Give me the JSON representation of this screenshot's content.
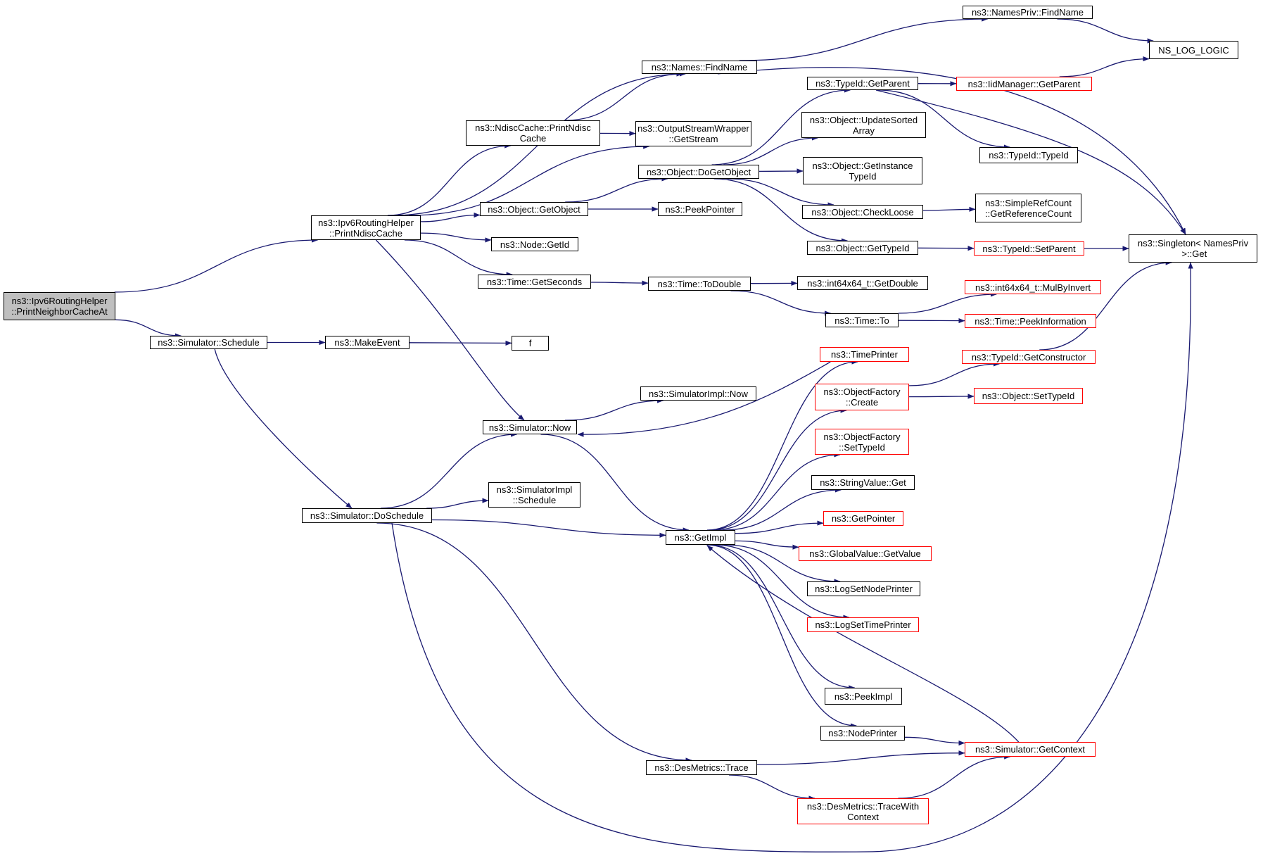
{
  "colors": {
    "edge": "#191970",
    "node_border": "#000000",
    "truncated_border": "#ff0000",
    "root_fill": "#bfbfbf",
    "background": "#ffffff"
  },
  "nodes": [
    {
      "id": "n0",
      "label": "ns3::Ipv6RoutingHelper\n::PrintNeighborCacheAt",
      "style": "root"
    },
    {
      "id": "n1",
      "label": "ns3::Ipv6RoutingHelper\n::PrintNdiscCache",
      "style": "normal"
    },
    {
      "id": "n2",
      "label": "ns3::Simulator::Schedule",
      "style": "normal"
    },
    {
      "id": "n3",
      "label": "ns3::Names::FindName",
      "style": "normal"
    },
    {
      "id": "n4",
      "label": "ns3::NdiscCache::PrintNdisc\nCache",
      "style": "normal"
    },
    {
      "id": "n5",
      "label": "ns3::OutputStreamWrapper\n::GetStream",
      "style": "normal"
    },
    {
      "id": "n6",
      "label": "ns3::Object::GetObject",
      "style": "normal"
    },
    {
      "id": "n7",
      "label": "ns3::Node::GetId",
      "style": "normal"
    },
    {
      "id": "n8",
      "label": "ns3::Time::GetSeconds",
      "style": "normal"
    },
    {
      "id": "n9",
      "label": "ns3::Simulator::Now",
      "style": "normal"
    },
    {
      "id": "n10",
      "label": "ns3::NamesPriv::FindName",
      "style": "normal"
    },
    {
      "id": "n11",
      "label": "NS_LOG_LOGIC",
      "style": "normal"
    },
    {
      "id": "n12",
      "label": "ns3::Singleton< NamesPriv\n >::Get",
      "style": "normal"
    },
    {
      "id": "n13",
      "label": "ns3::Object::DoGetObject",
      "style": "normal"
    },
    {
      "id": "n14",
      "label": "ns3::PeekPointer",
      "style": "normal"
    },
    {
      "id": "n15",
      "label": "ns3::TypeId::GetParent",
      "style": "normal"
    },
    {
      "id": "n16",
      "label": "ns3::Object::UpdateSorted\nArray",
      "style": "normal"
    },
    {
      "id": "n17",
      "label": "ns3::Object::GetInstance\nTypeId",
      "style": "normal"
    },
    {
      "id": "n18",
      "label": "ns3::Object::CheckLoose",
      "style": "normal"
    },
    {
      "id": "n19",
      "label": "ns3::Object::GetTypeId",
      "style": "normal"
    },
    {
      "id": "n20",
      "label": "ns3::IidManager::GetParent",
      "style": "truncated"
    },
    {
      "id": "n21",
      "label": "ns3::TypeId::TypeId",
      "style": "normal"
    },
    {
      "id": "n22",
      "label": "ns3::SimpleRefCount\n::GetReferenceCount",
      "style": "normal"
    },
    {
      "id": "n23",
      "label": "ns3::TypeId::SetParent",
      "style": "truncated"
    },
    {
      "id": "n24",
      "label": "ns3::Time::ToDouble",
      "style": "normal"
    },
    {
      "id": "n25",
      "label": "ns3::int64x64_t::GetDouble",
      "style": "normal"
    },
    {
      "id": "n26",
      "label": "ns3::Time::To",
      "style": "normal"
    },
    {
      "id": "n27",
      "label": "ns3::int64x64_t::MulByInvert",
      "style": "truncated"
    },
    {
      "id": "n28",
      "label": "ns3::Time::PeekInformation",
      "style": "truncated"
    },
    {
      "id": "n29",
      "label": "ns3::MakeEvent",
      "style": "normal"
    },
    {
      "id": "n30",
      "label": "f",
      "style": "normal"
    },
    {
      "id": "n31",
      "label": "ns3::Simulator::DoSchedule",
      "style": "normal"
    },
    {
      "id": "n32",
      "label": "ns3::SimulatorImpl::Now",
      "style": "normal"
    },
    {
      "id": "n33",
      "label": "ns3::SimulatorImpl\n::Schedule",
      "style": "normal"
    },
    {
      "id": "n34",
      "label": "ns3::GetImpl",
      "style": "normal"
    },
    {
      "id": "n35",
      "label": "ns3::DesMetrics::Trace",
      "style": "normal"
    },
    {
      "id": "n36",
      "label": "ns3::TimePrinter",
      "style": "truncated"
    },
    {
      "id": "n37",
      "label": "ns3::ObjectFactory\n::Create",
      "style": "truncated"
    },
    {
      "id": "n38",
      "label": "ns3::ObjectFactory\n::SetTypeId",
      "style": "truncated"
    },
    {
      "id": "n39",
      "label": "ns3::StringValue::Get",
      "style": "normal"
    },
    {
      "id": "n40",
      "label": "ns3::GetPointer",
      "style": "truncated"
    },
    {
      "id": "n41",
      "label": "ns3::GlobalValue::GetValue",
      "style": "truncated"
    },
    {
      "id": "n42",
      "label": "ns3::LogSetNodePrinter",
      "style": "normal"
    },
    {
      "id": "n43",
      "label": "ns3::LogSetTimePrinter",
      "style": "truncated"
    },
    {
      "id": "n44",
      "label": "ns3::PeekImpl",
      "style": "normal"
    },
    {
      "id": "n45",
      "label": "ns3::NodePrinter",
      "style": "normal"
    },
    {
      "id": "n46",
      "label": "ns3::TypeId::GetConstructor",
      "style": "truncated"
    },
    {
      "id": "n47",
      "label": "ns3::Object::SetTypeId",
      "style": "truncated"
    },
    {
      "id": "n48",
      "label": "ns3::Simulator::GetContext",
      "style": "truncated"
    },
    {
      "id": "n49",
      "label": "ns3::DesMetrics::TraceWith\nContext",
      "style": "truncated"
    }
  ],
  "edges": [
    {
      "from": "n0",
      "to": "n1"
    },
    {
      "from": "n0",
      "to": "n2"
    },
    {
      "from": "n1",
      "to": "n3"
    },
    {
      "from": "n1",
      "to": "n4"
    },
    {
      "from": "n1",
      "to": "n5"
    },
    {
      "from": "n1",
      "to": "n6"
    },
    {
      "from": "n1",
      "to": "n7"
    },
    {
      "from": "n1",
      "to": "n8"
    },
    {
      "from": "n1",
      "to": "n9"
    },
    {
      "from": "n2",
      "to": "n29"
    },
    {
      "from": "n2",
      "to": "n31"
    },
    {
      "from": "n3",
      "to": "n10"
    },
    {
      "from": "n3",
      "to": "n12"
    },
    {
      "from": "n4",
      "to": "n3"
    },
    {
      "from": "n4",
      "to": "n5"
    },
    {
      "from": "n6",
      "to": "n13"
    },
    {
      "from": "n6",
      "to": "n14"
    },
    {
      "from": "n8",
      "to": "n24"
    },
    {
      "from": "n9",
      "to": "n32"
    },
    {
      "from": "n9",
      "to": "n34"
    },
    {
      "from": "n10",
      "to": "n11"
    },
    {
      "from": "n13",
      "to": "n15"
    },
    {
      "from": "n13",
      "to": "n16"
    },
    {
      "from": "n13",
      "to": "n17"
    },
    {
      "from": "n13",
      "to": "n18"
    },
    {
      "from": "n13",
      "to": "n19"
    },
    {
      "from": "n15",
      "to": "n20"
    },
    {
      "from": "n15",
      "to": "n21"
    },
    {
      "from": "n15",
      "to": "n12"
    },
    {
      "from": "n18",
      "to": "n22"
    },
    {
      "from": "n19",
      "to": "n23"
    },
    {
      "from": "n20",
      "to": "n11"
    },
    {
      "from": "n23",
      "to": "n12"
    },
    {
      "from": "n24",
      "to": "n25"
    },
    {
      "from": "n24",
      "to": "n26"
    },
    {
      "from": "n26",
      "to": "n27"
    },
    {
      "from": "n26",
      "to": "n28"
    },
    {
      "from": "n29",
      "to": "n30"
    },
    {
      "from": "n31",
      "to": "n9"
    },
    {
      "from": "n31",
      "to": "n33"
    },
    {
      "from": "n31",
      "to": "n34"
    },
    {
      "from": "n31",
      "to": "n35"
    },
    {
      "from": "n31",
      "to": "n12"
    },
    {
      "from": "n34",
      "to": "n36"
    },
    {
      "from": "n34",
      "to": "n37"
    },
    {
      "from": "n34",
      "to": "n38"
    },
    {
      "from": "n34",
      "to": "n39"
    },
    {
      "from": "n34",
      "to": "n40"
    },
    {
      "from": "n34",
      "to": "n41"
    },
    {
      "from": "n34",
      "to": "n42"
    },
    {
      "from": "n34",
      "to": "n43"
    },
    {
      "from": "n34",
      "to": "n44"
    },
    {
      "from": "n34",
      "to": "n45"
    },
    {
      "from": "n35",
      "to": "n48"
    },
    {
      "from": "n35",
      "to": "n49"
    },
    {
      "from": "n36",
      "to": "n9"
    },
    {
      "from": "n37",
      "to": "n46"
    },
    {
      "from": "n37",
      "to": "n47"
    },
    {
      "from": "n45",
      "to": "n48"
    },
    {
      "from": "n46",
      "to": "n12"
    },
    {
      "from": "n48",
      "to": "n34"
    },
    {
      "from": "n49",
      "to": "n48"
    }
  ]
}
